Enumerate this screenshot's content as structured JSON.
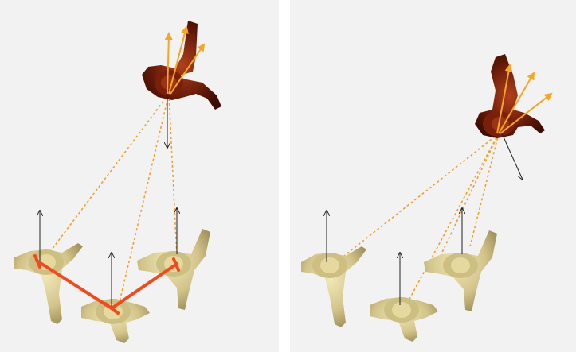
{
  "figure": {
    "panels": [
      {
        "id": "left",
        "leader_count": 1,
        "follower_count": 3,
        "formation_lines": true
      },
      {
        "id": "right",
        "leader_count": 1,
        "follower_count": 3,
        "formation_lines": false
      }
    ],
    "colors": {
      "background": "#f2f2f2",
      "leader_body": "#6b1a08",
      "leader_highlight": "#8a2a10",
      "follower_body": "#d8cc92",
      "follower_shade": "#a89a62",
      "orange_arrow": "#f5a623",
      "dashed_line": "#f0a030",
      "formation_line": "#f04a1e",
      "heading_arrow": "#222222"
    }
  }
}
